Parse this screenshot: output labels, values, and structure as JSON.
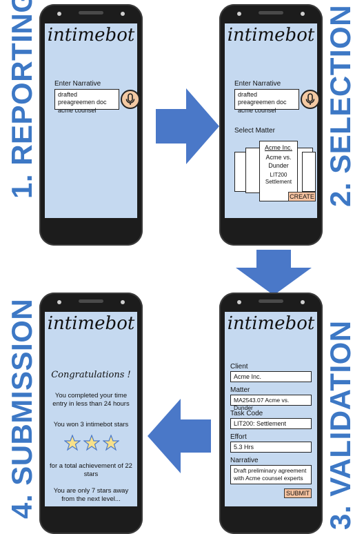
{
  "steps": {
    "reporting": "1. REPORTING",
    "selection": "2. SELECTION",
    "validation": "3. VALIDATION",
    "submission": "4. SUBMISSION"
  },
  "brand": "intimebot",
  "reporting": {
    "narrative_label": "Enter Narrative",
    "narrative_value": "drafted preagreemen doc acme counsel"
  },
  "selection": {
    "narrative_label": "Enter Narrative",
    "narrative_value": "drafted preagreemen doc acme counsel",
    "matter_label": "Select Matter",
    "card_main_client": "Acme Inc.",
    "card_main_matter": "Acme vs. Dunder",
    "card_main_task": "LIT200 Settlement",
    "create_button": "CREATE"
  },
  "validation": {
    "client_label": "Client",
    "client_value": "Acme Inc.",
    "matter_label": "Matter",
    "matter_value": "MA2543.07 Acme vs. Dunder",
    "task_label": "Task Code",
    "task_value": "LIT200: Settlement",
    "effort_label": "Effort",
    "effort_value": "5.3 Hrs",
    "narrative_label": "Narrative",
    "narrative_value": "Draft preliminary agreement with Acme counsel experts",
    "submit_button": "SUBMIT"
  },
  "submission": {
    "title": "Congratulations !",
    "line1": "You completed your time entry in less than 24 hours",
    "line2": "You won 3 intimebot stars",
    "stars_won": 3,
    "line3": "for a total achievement of 22 stars",
    "line4": "You are only 7 stars away from the next level..."
  },
  "colors": {
    "label_blue": "#3d78c5",
    "arrow_blue": "#4a78c8",
    "screen": "#c5d9f0",
    "button": "#f6c2a0",
    "star_fill": "#f7e08a",
    "star_stroke": "#4a78c8"
  },
  "icons": [
    "microphone-icon",
    "star-icon",
    "arrow-right",
    "arrow-down",
    "arrow-left"
  ]
}
